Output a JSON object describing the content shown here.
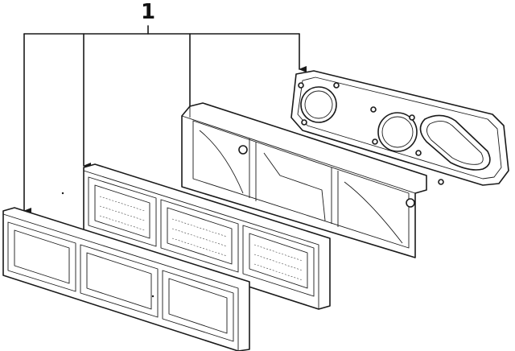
{
  "diagram": {
    "callout_number": "1",
    "parts": [
      {
        "name": "lens-bezel"
      },
      {
        "name": "lens"
      },
      {
        "name": "lamp-housing"
      },
      {
        "name": "housing-gasket"
      }
    ]
  }
}
